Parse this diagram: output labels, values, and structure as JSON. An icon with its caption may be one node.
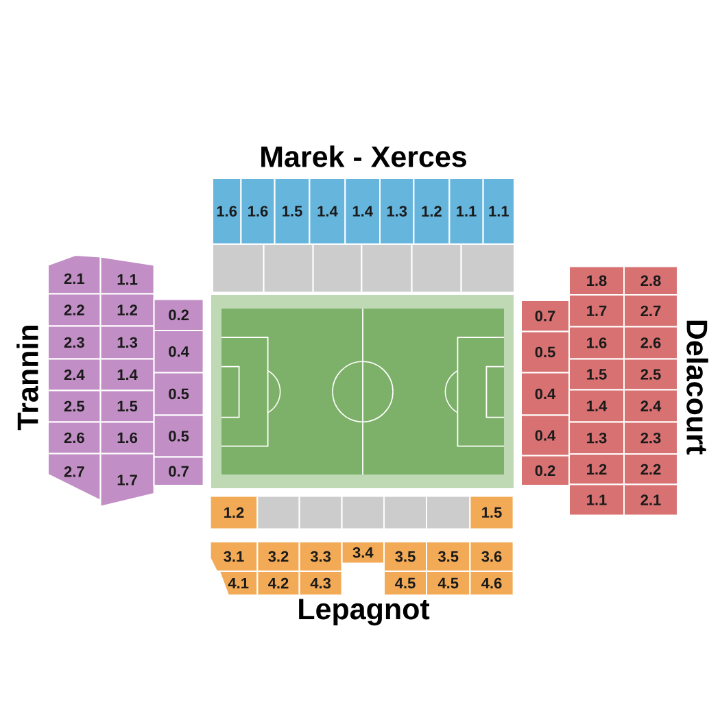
{
  "diagram": {
    "nodes": [
      {
        "text": [
          "1.6"
        ]
      },
      {
        "text": [
          "1.6"
        ]
      },
      {
        "text": [
          "1.5"
        ]
      },
      {
        "text": [
          "1.4"
        ]
      },
      {
        "text": [
          "1.4"
        ]
      },
      {
        "text": [
          "1.3"
        ]
      },
      {
        "text": [
          "1.2"
        ]
      },
      {
        "text": [
          "1.1"
        ]
      },
      {
        "text": [
          "1.1"
        ]
      },
      {
        "text": [],
        "shape": "box"
      },
      {
        "text": [],
        "shape": "box"
      },
      {
        "text": [],
        "shape": "box"
      },
      {
        "text": [],
        "shape": "box"
      },
      {
        "text": [],
        "shape": "box"
      },
      {
        "text": [],
        "shape": "box"
      },
      {
        "text": [
          "2.1"
        ]
      },
      {
        "text": [
          "2.2"
        ]
      },
      {
        "text": [
          "2.3"
        ]
      },
      {
        "text": [
          "2.4"
        ]
      },
      {
        "text": [
          "2.5"
        ]
      },
      {
        "text": [
          "2.6"
        ]
      },
      {
        "text": [
          "2.7"
        ]
      },
      {
        "text": [
          "1.1"
        ]
      },
      {
        "text": [
          "1.2"
        ]
      },
      {
        "text": [
          "1.3"
        ]
      },
      {
        "text": [
          "1.4"
        ]
      },
      {
        "text": [
          "1.5"
        ]
      },
      {
        "text": [
          "1.6"
        ]
      },
      {
        "text": [
          "1.7"
        ]
      },
      {
        "text": [
          "0.2"
        ]
      },
      {
        "text": [
          "0.4"
        ]
      },
      {
        "text": [
          "0.5"
        ]
      },
      {
        "text": [
          "0.5"
        ]
      },
      {
        "text": [
          "0.7"
        ]
      },
      {
        "text": [
          "0.7"
        ]
      },
      {
        "text": [
          "0.5"
        ]
      },
      {
        "text": [
          "0.4"
        ]
      },
      {
        "text": [
          "0.4"
        ]
      },
      {
        "text": [
          "0.2"
        ]
      },
      {
        "text": [
          "1.8"
        ]
      },
      {
        "text": [
          "1.7"
        ]
      },
      {
        "text": [
          "1.6"
        ]
      },
      {
        "text": [
          "1.5"
        ]
      },
      {
        "text": [
          "1.4"
        ]
      },
      {
        "text": [
          "1.3"
        ]
      },
      {
        "text": [
          "1.2"
        ]
      },
      {
        "text": [
          "1.1"
        ]
      },
      {
        "text": [
          "2.8"
        ]
      },
      {
        "text": [
          "2.7"
        ]
      },
      {
        "text": [
          "2.6"
        ]
      },
      {
        "text": [
          "2.5"
        ]
      },
      {
        "text": [
          "2.4"
        ]
      },
      {
        "text": [
          "2.3"
        ]
      },
      {
        "text": [
          "2.2"
        ]
      },
      {
        "text": [
          "2.1"
        ]
      },
      {
        "text": [
          "1.2"
        ]
      },
      {
        "text": [],
        "shape": "box"
      },
      {
        "text": [],
        "shape": "box"
      },
      {
        "text": [],
        "shape": "box"
      },
      {
        "text": [],
        "shape": "box"
      },
      {
        "text": [],
        "shape": "box"
      },
      {
        "text": [
          "1.5"
        ]
      },
      {
        "text": [
          "3.1"
        ]
      },
      {
        "text": [
          "3.2"
        ]
      },
      {
        "text": [
          "3.3"
        ]
      },
      {
        "text": [
          "3.4"
        ]
      },
      {
        "text": [
          "3.5"
        ]
      },
      {
        "text": [
          "3.5"
        ]
      },
      {
        "text": [
          "3.6"
        ]
      },
      {
        "text": [
          "4.1"
        ]
      },
      {
        "text": [
          "4.2"
        ]
      },
      {
        "text": [
          "4.3"
        ]
      },
      {
        "text": [
          "4.5"
        ]
      },
      {
        "text": [
          "4.5"
        ]
      },
      {
        "text": [
          "4.6"
        ]
      }
    ],
    "labels": [
      "Marek - Xerces",
      "Trannin",
      "Delacourt",
      "Lepagnot"
    ]
  }
}
